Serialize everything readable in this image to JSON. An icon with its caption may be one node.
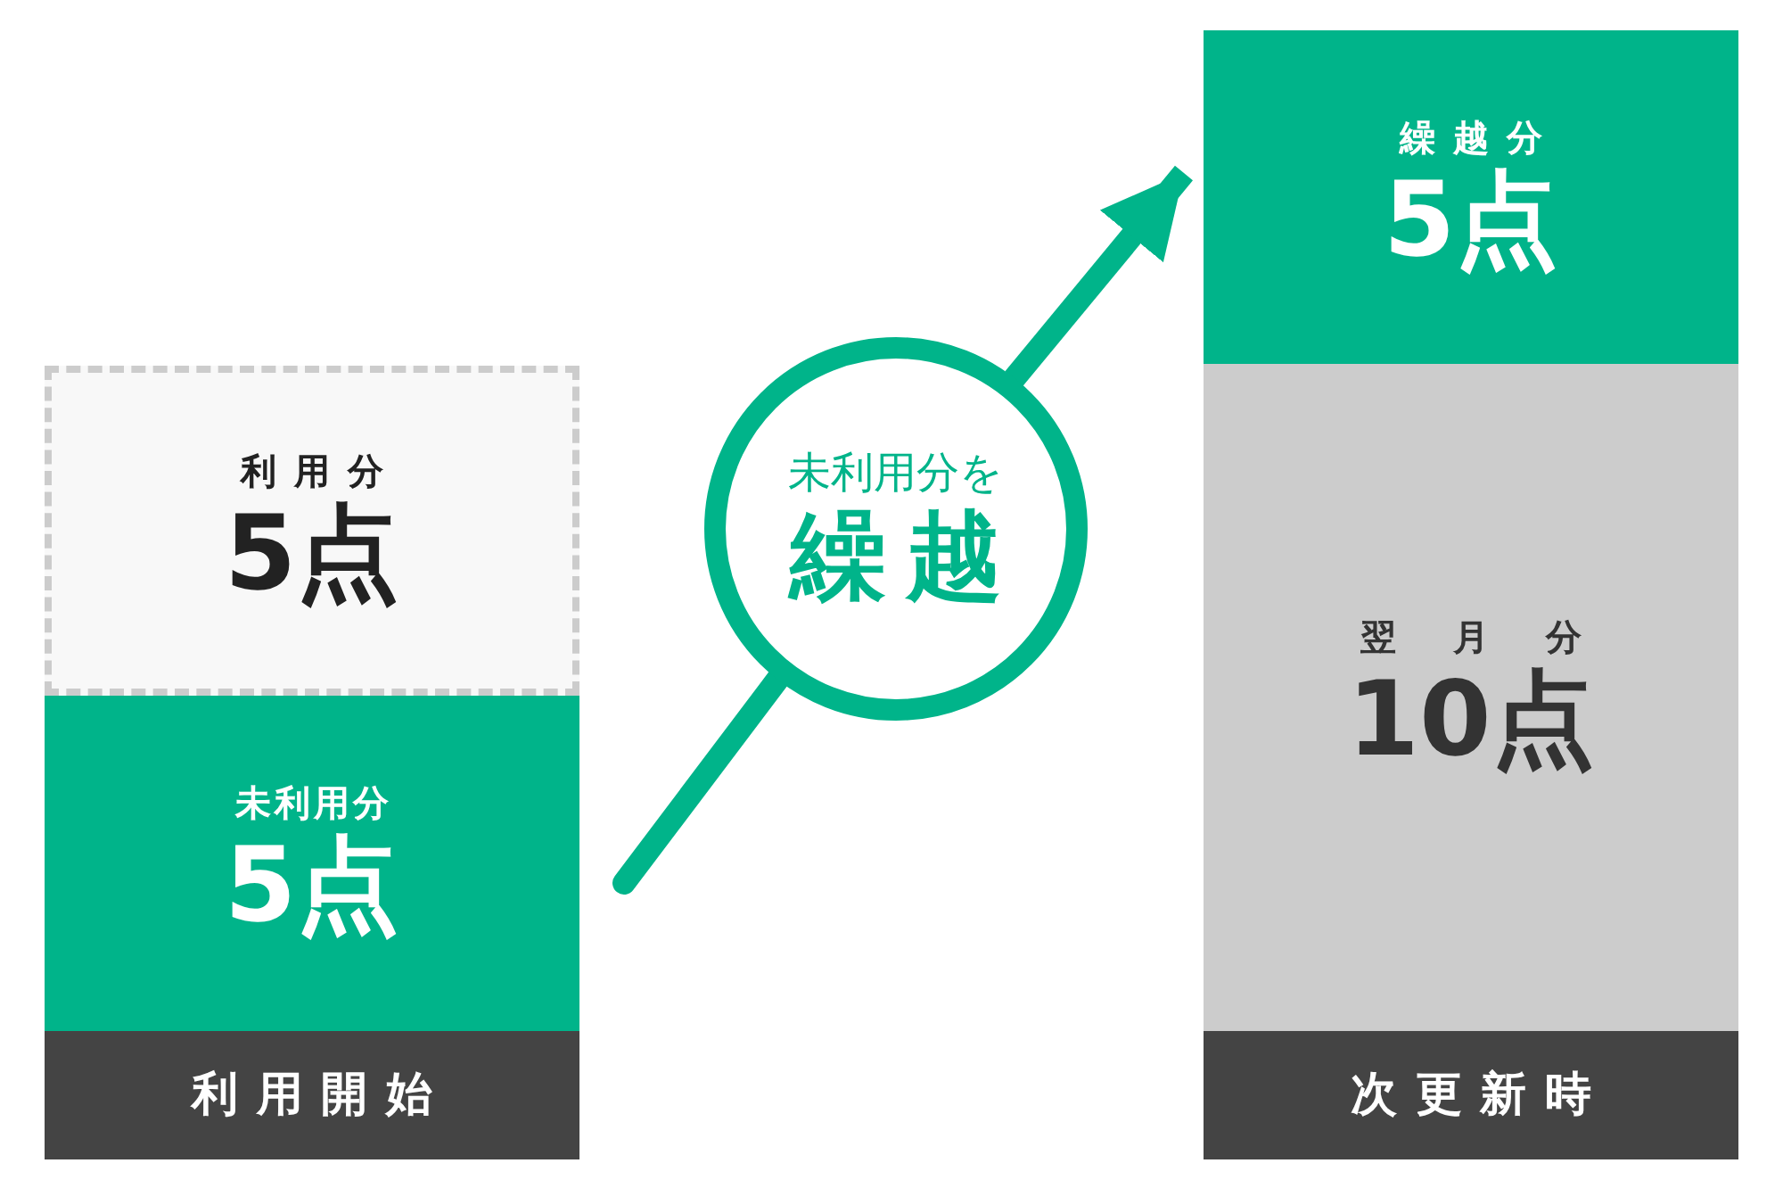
{
  "diagram": {
    "nodes": [
      {
        "text": [
          "利用分",
          "5点"
        ]
      },
      {
        "text": [
          "未利用分",
          "5点"
        ]
      },
      {
        "text": [
          "利用開始"
        ]
      },
      {
        "text": [
          "未利用分を",
          "繰越"
        ]
      },
      {
        "text": [
          "繰越分",
          "5点"
        ]
      },
      {
        "text": [
          "翌月分",
          "10点"
        ]
      },
      {
        "text": [
          "次更新時"
        ]
      }
    ],
    "edges": [
      {
        "from": null,
        "to": 3,
        "arrow": "none"
      },
      {
        "from": 3,
        "to": 4,
        "arrow": "to"
      }
    ]
  }
}
